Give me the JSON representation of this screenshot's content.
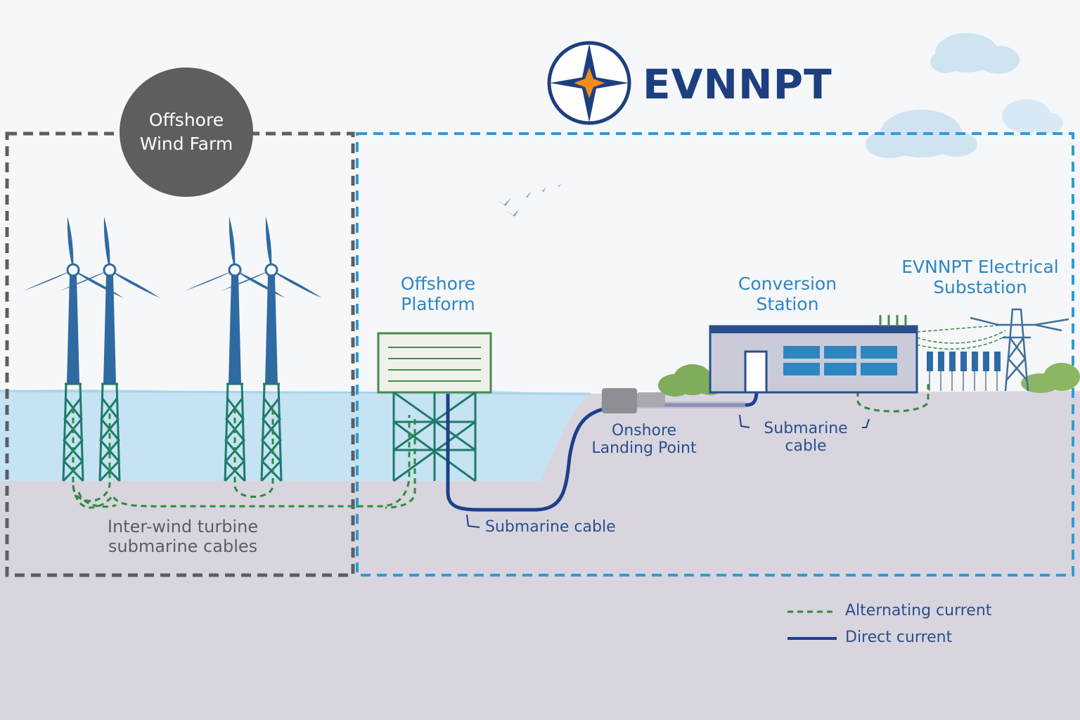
{
  "brand": {
    "name": "EVNNPT"
  },
  "labels": {
    "farm_badge_line1": "Offshore",
    "farm_badge_line2": "Wind Farm",
    "offshore_platform_line1": "Offshore",
    "offshore_platform_line2": "Platform",
    "conversion_station_line1": "Conversion",
    "conversion_station_line2": "Station",
    "substation_line1": "EVNNPT Electrical",
    "substation_line2": "Substation",
    "landing_point_line1": "Onshore",
    "landing_point_line2": "Landing Point",
    "submarine_cable_main": "Submarine cable",
    "submarine_cable_onshore_line1": "Submarine",
    "submarine_cable_onshore_line2": "cable",
    "inter_turbine_line1": "Inter-wind turbine",
    "inter_turbine_line2": "submarine cables"
  },
  "legend": {
    "ac_label": "Alternating current",
    "dc_label": "Direct current"
  },
  "colors": {
    "ac_line": "#2e8b3e",
    "dc_line": "#1f3f8a",
    "turbine": "#2f6aa3",
    "jacket": "#1f7a6b",
    "sea": "#c5e3f2",
    "ground": "#d9d6df",
    "farm_box": "#5d5d62",
    "system_box": "#2f9bd6",
    "brand": "#1d3f7f",
    "compass_orange": "#f28c1e"
  },
  "icons": [
    "compass-logo-icon",
    "wind-turbine-icon",
    "offshore-platform-icon",
    "conversion-station-icon",
    "substation-icon",
    "transmission-tower-icon",
    "cloud-icon",
    "bird-icon",
    "bush-icon"
  ]
}
